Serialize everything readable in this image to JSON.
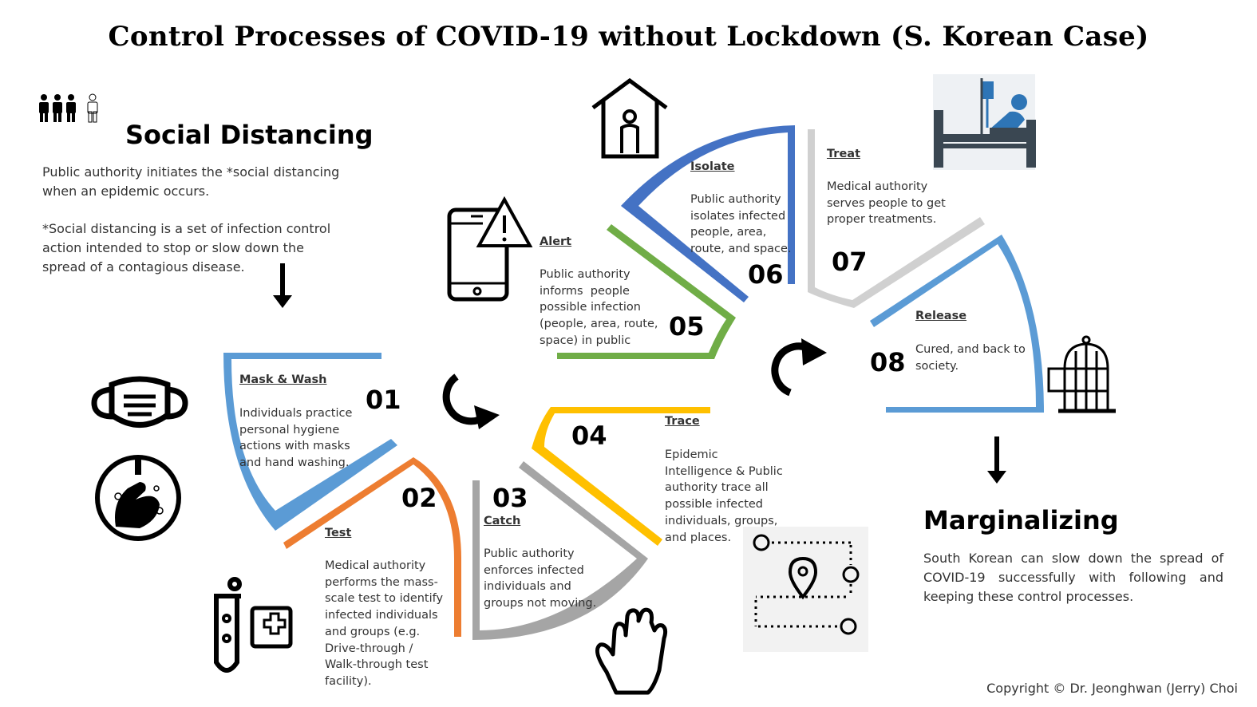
{
  "title": "Control Processes of COVID-19 without Lockdown (S. Korean Case)",
  "social_distancing": {
    "heading": "Social Distancing",
    "line1": "Public authority initiates the *social distancing",
    "line2": "when an epidemic occurs.",
    "line3": "*Social distancing is a set of infection control",
    "line4": "action intended to stop or slow down the",
    "line5": "spread of a contagious disease."
  },
  "marginalizing": {
    "heading": "Marginalizing",
    "text": "South Korean can slow down the spread of COVID-19 successfully with following and keeping these control processes."
  },
  "steps": [
    {
      "num": "01",
      "title": "Mask & Wash",
      "lines": [
        "Individuals practice",
        "personal hygiene",
        "actions with masks",
        "and hand washing."
      ],
      "color": "#5b9bd5"
    },
    {
      "num": "02",
      "title": "Test",
      "lines": [
        "Medical authority",
        "performs the mass-",
        "scale test to identify",
        "infected individuals",
        "and groups (e.g.",
        "Drive-through /",
        "Walk-through test",
        "facility)."
      ],
      "color": "#ed7d31"
    },
    {
      "num": "03",
      "title": "Catch",
      "lines": [
        "Public authority",
        "enforces infected",
        "individuals and",
        "groups not moving."
      ],
      "color": "#a5a5a5"
    },
    {
      "num": "04",
      "title": "Trace",
      "lines": [
        "Epidemic",
        "Intelligence & Public",
        "authority trace all",
        "possible infected",
        "individuals, groups,",
        "and places."
      ],
      "color": "#ffc000"
    },
    {
      "num": "05",
      "title": "Alert",
      "lines": [
        "Public authority",
        "informs  people",
        "possible infection",
        "(people, area, route,",
        "space) in public"
      ],
      "color": "#70ad47"
    },
    {
      "num": "06",
      "title": "Isolate",
      "lines": [
        "Public authority",
        "isolates infected",
        "people, area,",
        "route, and space."
      ],
      "color": "#4472c4"
    },
    {
      "num": "07",
      "title": "Treat",
      "lines": [
        "Medical authority",
        "serves people to get",
        "proper treatments."
      ],
      "color": "#d0d0d0"
    },
    {
      "num": "08",
      "title": "Release",
      "lines": [
        "Cured, and back to",
        "society."
      ],
      "color": "#5b9bd5"
    }
  ],
  "copyright": "Copyright © Dr. Jeonghwan (Jerry) Choi",
  "icons": [
    "people-icon",
    "face-mask-icon",
    "hand-wash-icon",
    "test-tube-icon",
    "medical-kit-icon",
    "stop-hand-icon",
    "location-route-icon",
    "phone-alert-icon",
    "home-isolation-icon",
    "hospital-bed-icon",
    "bird-cage-icon",
    "circular-arrow-icon",
    "down-arrow-icon"
  ]
}
